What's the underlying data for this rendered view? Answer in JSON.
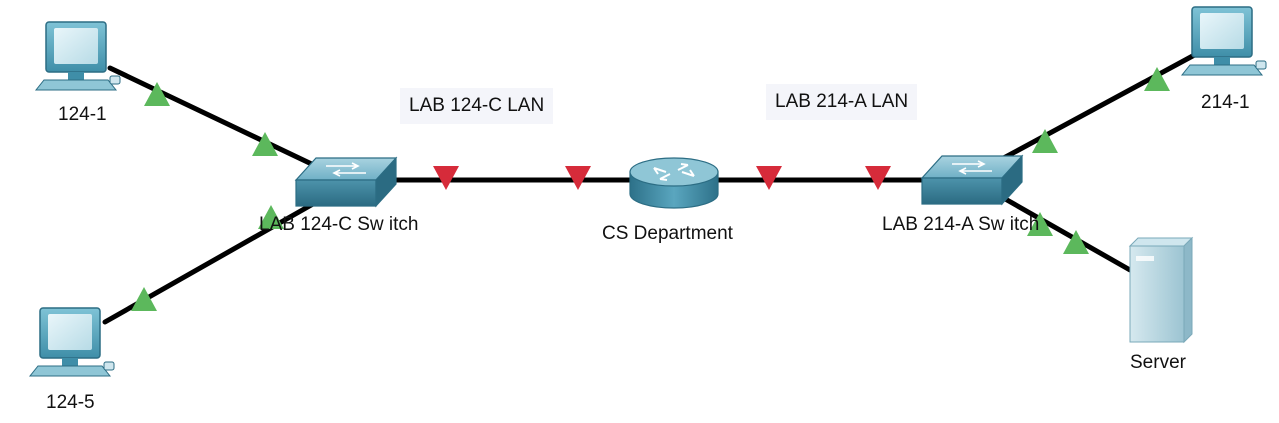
{
  "lan_labels": {
    "left": "LAB 124-C LAN",
    "right": "LAB 214-A LAN"
  },
  "devices": {
    "pc_124_1": "124-1",
    "pc_124_5": "124-5",
    "pc_214_1": "214-1",
    "switch_left": "LAB 124-C Sw itch",
    "switch_right": "LAB 214-A Sw itch",
    "router": "CS Department",
    "server": "Server"
  },
  "link_status_colors": {
    "up": "#5cb85c",
    "down": "#d62b3a"
  }
}
